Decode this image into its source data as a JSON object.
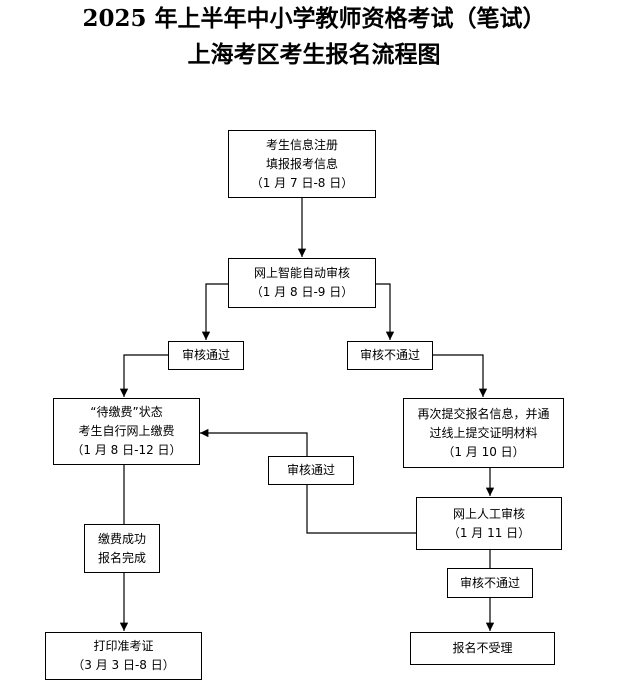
{
  "title": {
    "line1": "2025 年上半年中小学教师资格考试（笔试）",
    "line2": "上海考区考生报名流程图"
  },
  "nodes": {
    "register": {
      "lines": [
        "考生信息注册",
        "填报报考信息",
        "（1 月 7 日-8 日）"
      ]
    },
    "auto_review": {
      "lines": [
        "网上智能自动审核",
        "（1 月 8 日-9 日）"
      ]
    },
    "pass_1": {
      "label": "审核通过"
    },
    "fail_1": {
      "label": "审核不通过"
    },
    "pending_payment": {
      "lines": [
        "“待缴费”状态",
        "考生自行网上缴费",
        "（1 月 8 日-12 日）"
      ]
    },
    "resubmit": {
      "lines": [
        "再次提交报名信息，并通",
        "过线上提交证明材料",
        "（1 月 10 日）"
      ]
    },
    "pass_2": {
      "label": "审核通过"
    },
    "manual_review": {
      "lines": [
        "网上人工审核",
        "（1 月 11 日）"
      ]
    },
    "paid": {
      "lines": [
        "缴费成功",
        "报名完成"
      ]
    },
    "fail_2": {
      "label": "审核不通过"
    },
    "print_ticket": {
      "lines": [
        "打印准考证",
        "（3 月 3 日-8 日）"
      ]
    },
    "rejected": {
      "label": "报名不受理"
    }
  }
}
